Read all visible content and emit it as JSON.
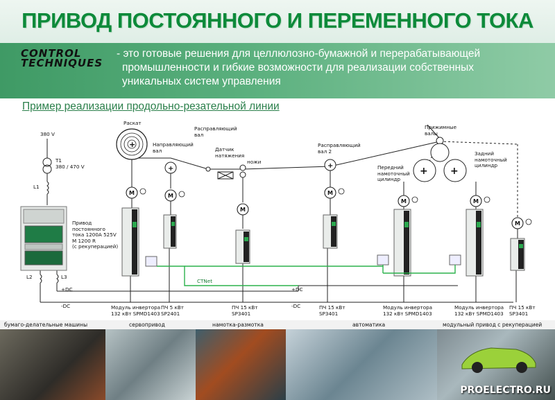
{
  "title": "ПРИВОД ПОСТОЯННОГО И ПЕРЕМЕННОГО ТОКА",
  "logo": {
    "line1": "CONTROL",
    "line2": "TECHNIQUES"
  },
  "intro": {
    "line1": "- это готовые решения  для целлюлозно-бумажной и перерабатывающей",
    "line2": "промышленности и гибкие возможности  для  реализации  собственных",
    "line3": "уникальных систем управления"
  },
  "subtitle": "Пример реализации продольно-резательной линии",
  "diagram": {
    "v380": "380 V",
    "t1_line1": "T1",
    "t1_line2": "380 / 470 V",
    "l1": "L1",
    "l2": "L2",
    "l3": "L3",
    "dc_drive": [
      "Привод",
      "постоянного",
      "тока 1200A 525V",
      "M 1200 R",
      "(с рекуперацией)"
    ],
    "unwind": "Раскат",
    "guide_roll": [
      "Направляющий",
      "вал"
    ],
    "spreader1": [
      "Расправляющий",
      "вал"
    ],
    "tension_sensor": [
      "Датчик",
      "натяжения"
    ],
    "knives": "ножи",
    "spreader2": [
      "Расправляющий",
      "вал 2"
    ],
    "nip_rolls": [
      "Прижимные",
      "валы"
    ],
    "front_rewind": [
      "Передний",
      "намоточный",
      "цилиндр"
    ],
    "rear_rewind": [
      "Задний",
      "намоточный",
      "цилиндр"
    ],
    "motor_symbol": "M",
    "ctnet": "CTNet",
    "plus_dc": "+DC",
    "minus_dc": "-DC",
    "plus_dc2": "+DC",
    "minus_dc2": "-DC",
    "modules": [
      [
        "Модуль инвертора",
        "132 кВт SPMD1403"
      ],
      [
        "ПЧ 5 кВт",
        "SP2401"
      ],
      [
        "ПЧ 15 кВт",
        "SP3401"
      ],
      [
        "ПЧ 15 кВт",
        "SP3401"
      ],
      [
        "Модуль инвертора",
        "132 кВт SPMD1403"
      ],
      [
        "Модуль инвертора",
        "132 кВт SPMD1403"
      ],
      [
        "ПЧ 15 кВт",
        "SP3401"
      ]
    ]
  },
  "photos": {
    "captions": [
      "бумаго-делательные машины",
      "сервопривод",
      "намотка-размотка",
      "автоматика",
      "модульный привод с рекуперацией"
    ]
  },
  "watermark": "PROELECTRO.RU",
  "colors": {
    "title": "#0d8a3a",
    "band": "#4ea674",
    "ctnet": "#2bb24c"
  }
}
